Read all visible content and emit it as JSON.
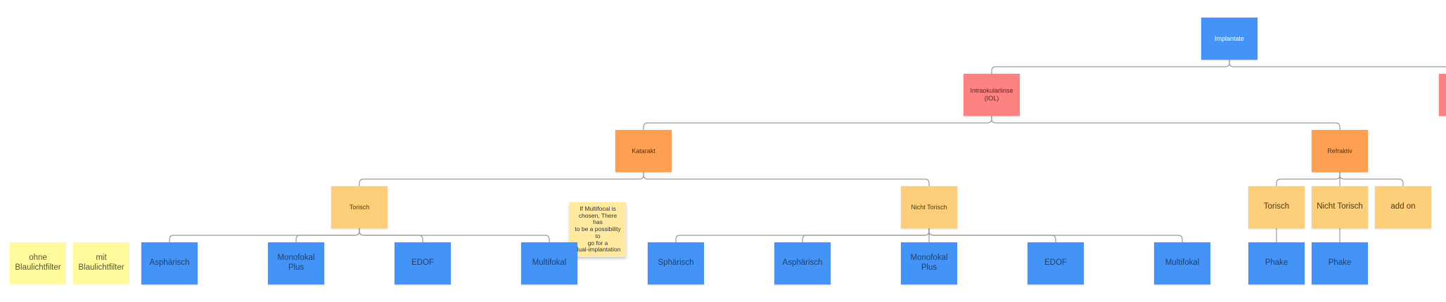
{
  "diagram": {
    "root": {
      "label": "Implantate"
    },
    "level1": {
      "iol": {
        "label": "Intraokularlinse\n(IOL)"
      }
    },
    "level2": {
      "katarakt": {
        "label": "Katarakt"
      },
      "refraktiv": {
        "label": "Refraktiv"
      }
    },
    "level3": {
      "torisch": {
        "label": "Torisch"
      },
      "nicht_torisch": {
        "label": "Nicht Torisch"
      },
      "ref_torisch": {
        "label": "Torisch"
      },
      "ref_nicht_torisch": {
        "label": "Nicht Torisch"
      },
      "ref_add_on": {
        "label": "add on"
      }
    },
    "level4": {
      "t_asphaerisch": {
        "label": "Asphärisch"
      },
      "t_monofokal_plus": {
        "label": "Monofokal\nPlus"
      },
      "t_edof": {
        "label": "EDOF"
      },
      "t_multifokal": {
        "label": "Multifokal"
      },
      "n_sphaerisch": {
        "label": "Sphärisch"
      },
      "n_asphaerisch": {
        "label": "Asphärisch"
      },
      "n_monofokal_plus": {
        "label": "Monofokal\nPlus"
      },
      "n_edof": {
        "label": "EDOF"
      },
      "n_multifokal": {
        "label": "Multifokal"
      },
      "r_phake_1": {
        "label": "Phake"
      },
      "r_phake_2": {
        "label": "Phake"
      }
    },
    "filters": {
      "ohne": {
        "label": "ohne\nBlaulichtfilter"
      },
      "mit": {
        "label": "mit\nBlaulichtfilter"
      }
    },
    "sticky_note": {
      "text": "If Multifocal is\nchosen, There has\nto be a possibility to\ngo for a\ndual-implantation"
    }
  },
  "colors": {
    "blue": "#4394f6",
    "red": "#fc8381",
    "orange": "#fda054",
    "amber": "#fecf7a",
    "yellow": "#fffb9d",
    "sticky": "#ffeaa0",
    "connector": "#9a9a9a"
  }
}
